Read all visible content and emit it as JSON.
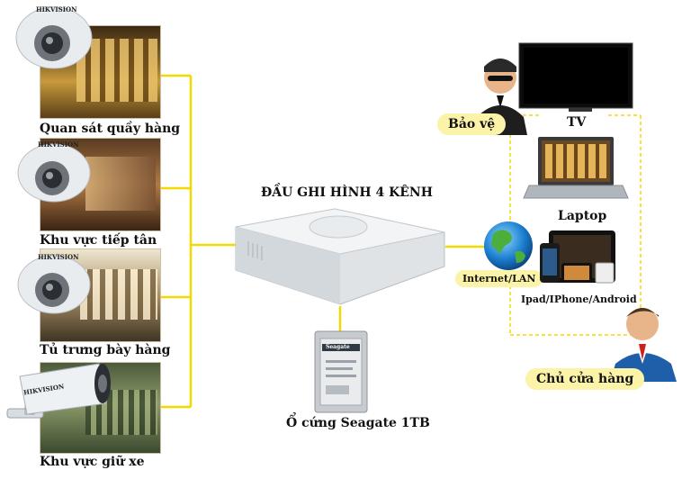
{
  "cameras": [
    {
      "label": "Quan sát quầy hàng",
      "brand": "HIKVISION"
    },
    {
      "label": "Khu vực tiếp tân",
      "brand": "HIKVISION"
    },
    {
      "label": "Tủ trưng bày hàng",
      "brand": "HIKVISION"
    },
    {
      "label": "Khu vực giữ xe",
      "brand": "HIKVISION"
    }
  ],
  "recorder": {
    "title": "ĐẦU GHI HÌNH 4 KÊNH"
  },
  "storage": {
    "label": "Ổ cứng Seagate 1TB",
    "brand": "Seagate"
  },
  "network": {
    "label": "Internet/LAN"
  },
  "devices": {
    "tv": "TV",
    "laptop": "Laptop",
    "mobile": "Ipad/IPhone/Android"
  },
  "people": {
    "guard": "Bảo vệ",
    "owner": "Chủ cửa hàng"
  },
  "colors": {
    "wire": "#f5d800",
    "bubble": "#fbf3a8"
  }
}
